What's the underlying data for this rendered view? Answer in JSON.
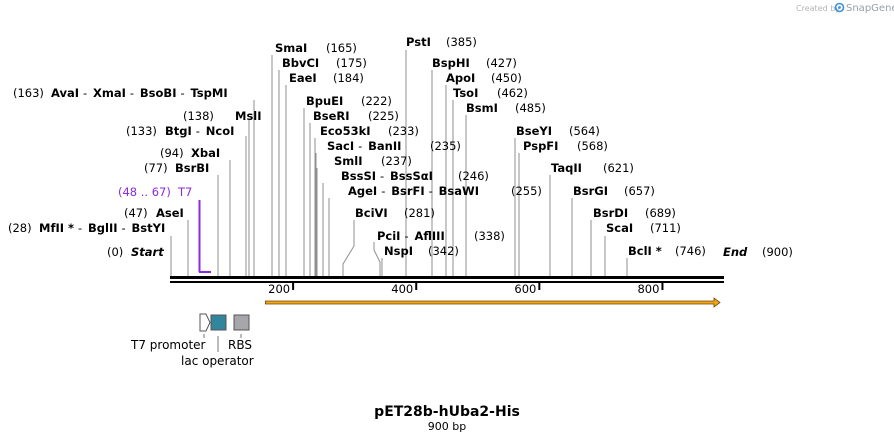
{
  "credit": {
    "prefix": "Created by",
    "brand": "SnapGene"
  },
  "map": {
    "name": "pET28b-hUba2-His",
    "length_label": "900 bp",
    "total_bp": 900,
    "start": {
      "pos": "(0)",
      "label": "Start"
    },
    "end": {
      "label": "End",
      "pos": "(900)"
    },
    "ticks": [
      "200",
      "400",
      "600",
      "800"
    ],
    "ticks_bp": [
      200,
      400,
      600,
      800
    ],
    "orf": {
      "start": 155,
      "end": 900,
      "color": "#f2a51a"
    },
    "feature": {
      "label": "T7",
      "range": "(48 .. 67)",
      "color": "#8a2be2"
    },
    "sites": [
      {
        "id": "smai",
        "parts": [
          "SmaI"
        ],
        "pos": "(165)"
      },
      {
        "id": "bbvci",
        "parts": [
          "BbvCI"
        ],
        "pos": "(175)"
      },
      {
        "id": "eaei",
        "parts": [
          "EaeI"
        ],
        "pos": "(184)"
      },
      {
        "id": "psti",
        "parts": [
          "PstI"
        ],
        "pos": "(385)"
      },
      {
        "id": "bsphi",
        "parts": [
          "BspHI"
        ],
        "pos": "(427)"
      },
      {
        "id": "apoi",
        "parts": [
          "ApoI"
        ],
        "pos": "(450)"
      },
      {
        "id": "tsoi",
        "parts": [
          "TsoI"
        ],
        "pos": "(462)"
      },
      {
        "id": "bsmi",
        "parts": [
          "BsmI"
        ],
        "pos": "(485)"
      },
      {
        "id": "avai",
        "parts": [
          "AvaI",
          "XmaI",
          "BsoBI",
          "TspMI"
        ],
        "pos": "(163)"
      },
      {
        "id": "bpuei",
        "parts": [
          "BpuEI"
        ],
        "pos": "(222)"
      },
      {
        "id": "msli",
        "parts": [
          "MslI"
        ],
        "pos": "(138)"
      },
      {
        "id": "bseri",
        "parts": [
          "BseRI"
        ],
        "pos": "(225)"
      },
      {
        "id": "btgi",
        "parts": [
          "BtgI",
          "NcoI"
        ],
        "pos": "(133)"
      },
      {
        "id": "eco53ki",
        "parts": [
          "Eco53kI"
        ],
        "pos": "(233)"
      },
      {
        "id": "bseyi",
        "parts": [
          "BseYI"
        ],
        "pos": "(564)"
      },
      {
        "id": "saci",
        "parts": [
          "SacI",
          "BanII"
        ],
        "pos": "(235)"
      },
      {
        "id": "pspfi",
        "parts": [
          "PspFI"
        ],
        "pos": "(568)"
      },
      {
        "id": "xbai",
        "parts": [
          "XbaI"
        ],
        "pos": "(94)"
      },
      {
        "id": "smli",
        "parts": [
          "SmlI"
        ],
        "pos": "(237)"
      },
      {
        "id": "bsrbi",
        "parts": [
          "BsrBI"
        ],
        "pos": "(77)"
      },
      {
        "id": "taqii",
        "parts": [
          "TaqII"
        ],
        "pos": "(621)"
      },
      {
        "id": "bsssi",
        "parts": [
          "BssSI",
          "BssSαI"
        ],
        "pos": "(246)"
      },
      {
        "id": "agei",
        "parts": [
          "AgeI",
          "BsrFI",
          "BsaWI"
        ],
        "pos": "(255)"
      },
      {
        "id": "bsrgi",
        "parts": [
          "BsrGI"
        ],
        "pos": "(657)"
      },
      {
        "id": "asei",
        "parts": [
          "AseI"
        ],
        "pos": "(47)"
      },
      {
        "id": "bcivi",
        "parts": [
          "BciVI"
        ],
        "pos": "(281)"
      },
      {
        "id": "bsrdi",
        "parts": [
          "BsrDI"
        ],
        "pos": "(689)"
      },
      {
        "id": "mlui",
        "parts": [
          "MfII *",
          "BglII",
          "BstYI"
        ],
        "pos": "(28)"
      },
      {
        "id": "scai",
        "parts": [
          "ScaI"
        ],
        "pos": "(711)"
      },
      {
        "id": "pcii",
        "parts": [
          "PciI",
          "AflIII"
        ],
        "pos": "(338)"
      },
      {
        "id": "nspi",
        "parts": [
          "NspI"
        ],
        "pos": "(342)"
      },
      {
        "id": "bcli",
        "parts": [
          "BclI *"
        ],
        "pos": "(746)"
      }
    ]
  },
  "legend": {
    "t7_promoter": "T7 promoter",
    "rbs": "RBS",
    "lac_operator": "lac operator",
    "colors": {
      "lac": "#31859c",
      "rbs": "#a6a6ab"
    }
  }
}
